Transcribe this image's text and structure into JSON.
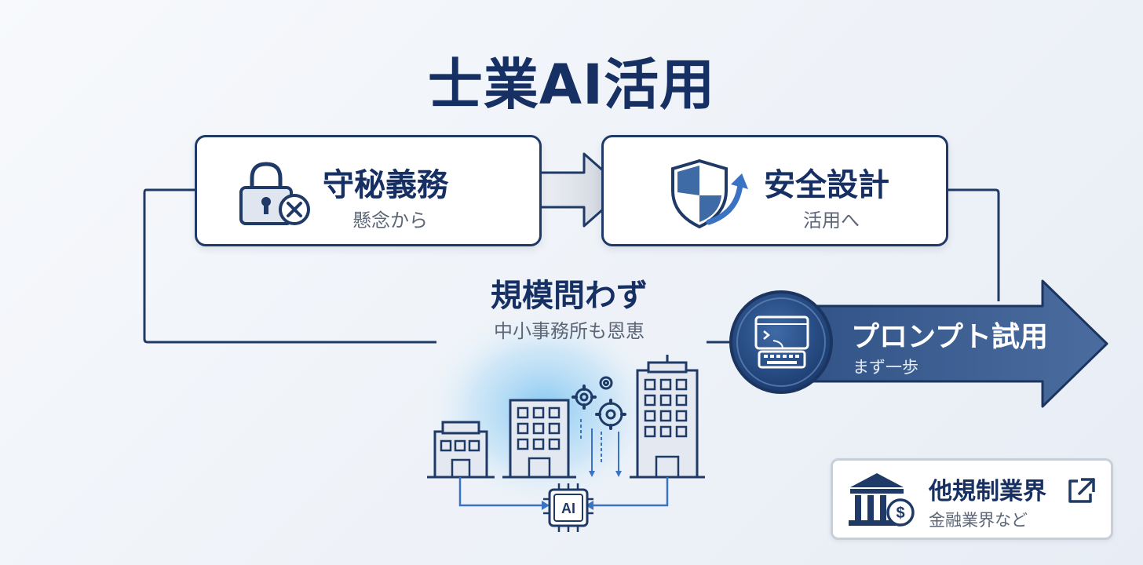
{
  "title": "士業AI活用",
  "steps": {
    "confidentiality": {
      "title": "守秘義務",
      "subtitle": "懸念から",
      "icon": "padlock-x-icon"
    },
    "secure_design": {
      "title": "安全設計",
      "subtitle": "活用へ",
      "icon": "shield-arrow-icon"
    },
    "any_scale": {
      "title": "規模問わず",
      "subtitle": "中小事務所も恩恵",
      "icon": "buildings-ai-chip-icon"
    },
    "prompt_trial": {
      "title": "プロンプト試用",
      "subtitle": "まず一歩",
      "icon": "terminal-keyboard-icon"
    }
  },
  "other_industries": {
    "title": "他規制業界",
    "subtitle": "金融業界など",
    "icon": "bank-dollar-icon",
    "link_icon": "external-link-icon"
  },
  "chip_label": "AI",
  "colors": {
    "navy": "#1f3a66",
    "title_navy": "#173063",
    "accent_blue": "#3a73c4",
    "arrow_blue": "#3f6295",
    "gray_text": "#5c6677"
  }
}
